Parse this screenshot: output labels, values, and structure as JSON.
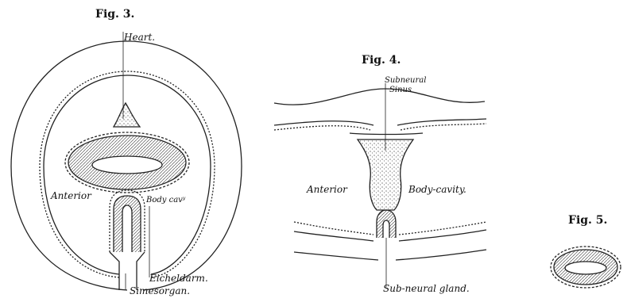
{
  "figures": [
    {
      "title": "Fig. 3.",
      "labels": {
        "heart": "Heart.",
        "anterior": "Anterior",
        "body_cavity": "Body cavʸ",
        "eicheldarm": "Eicheldarm.",
        "simesorgan": "Simesorgan."
      }
    },
    {
      "title": "Fig. 4.",
      "labels": {
        "subneural_sinus_1": "Subneural",
        "subneural_sinus_2": "Sinus",
        "anterior": "Anterior",
        "body_cavity": "Body-cavity.",
        "subneural_gland": "Sub-neural gland."
      }
    },
    {
      "title": "Fig. 5."
    }
  ]
}
